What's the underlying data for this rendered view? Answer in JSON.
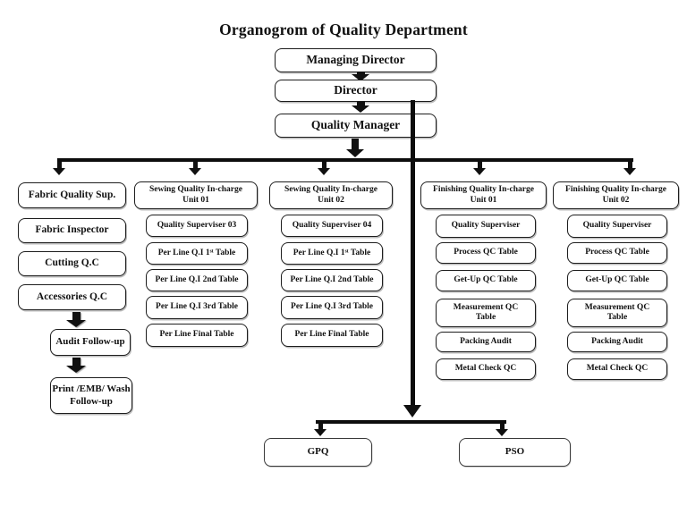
{
  "title": "Organogrom of Quality Department",
  "chain": {
    "managing_director": "Managing Director",
    "director": "Director",
    "quality_manager": "Quality Manager"
  },
  "columns": [
    {
      "items": [
        "Fabric Quality Sup.",
        "Fabric Inspector",
        "Cutting Q.C",
        "Accessories Q.C",
        "Audit Follow-up",
        "Print /EMB/ Wash Follow-up"
      ]
    },
    {
      "header_line1": "Sewing Quality In-charge",
      "header_line2": "Unit 01",
      "items": [
        "Quality Superviser 03",
        "Per Line Q.I 1ˢᵗ Table",
        "Per Line Q.I 2nd Table",
        "Per Line Q.I 3rd Table",
        "Per Line Final Table"
      ]
    },
    {
      "header_line1": "Sewing Quality In-charge",
      "header_line2": "Unit 02",
      "items": [
        "Quality Superviser 04",
        "Per Line Q.I 1ˢᵗ Table",
        "Per Line Q.I 2nd Table",
        "Per Line Q.I 3rd Table",
        "Per Line Final Table"
      ]
    },
    {
      "header_line1": "Finishing Quality In-charge",
      "header_line2": "Unit 01",
      "items": [
        "Quality Superviser",
        "Process QC Table",
        "Get-Up QC Table",
        "Measurement QC Table",
        "Packing Audit",
        "Metal Check QC"
      ]
    },
    {
      "header_line1": "Finishing Quality In-charge",
      "header_line2": "Unit 02",
      "items": [
        "Quality Superviser",
        "Process QC Table",
        "Get-Up QC Table",
        "Measurement QC Table",
        "Packing Audit",
        "Metal Check QC"
      ]
    }
  ],
  "bottom": {
    "gpq": "GPQ",
    "pso": "PSO"
  },
  "colors": {
    "line": "#0d0d0d",
    "box_border": "#1d1d1d",
    "background": "#ffffff",
    "text": "#111111"
  }
}
